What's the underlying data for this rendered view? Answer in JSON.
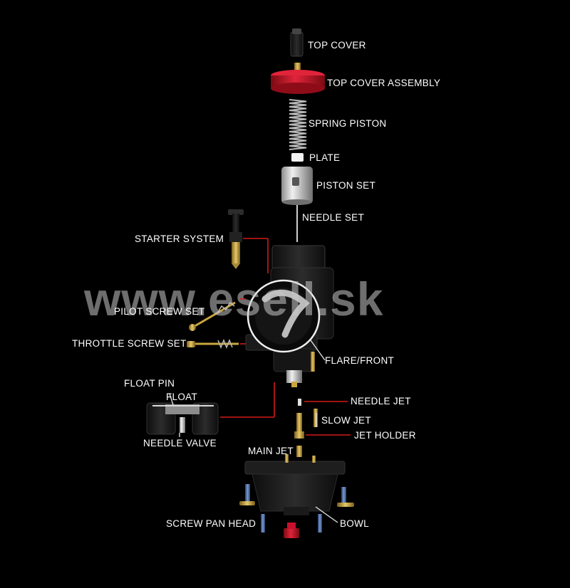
{
  "watermark": "www.esell.sk",
  "labels": {
    "top_cover": "TOP COVER",
    "top_cover_assembly": "TOP COVER ASSEMBLY",
    "spring_piston": "SPRING PISTON",
    "plate": "PLATE",
    "piston_set": "PISTON SET",
    "needle_set": "NEEDLE SET",
    "starter_system": "STARTER SYSTEM",
    "pilot_screw_set": "PILOT SCREW SET",
    "throttle_screw_set": "THROTTLE SCREW SET",
    "flare_front": "FLARE/FRONT",
    "float_pin": "FLOAT PIN",
    "float": "FLOAT",
    "needle_valve": "NEEDLE VALVE",
    "needle_jet": "NEEDLE JET",
    "slow_jet": "SLOW JET",
    "jet_holder": "JET HOLDER",
    "main_jet": "MAIN JET",
    "screw_pan_head": "SCREW PAN HEAD",
    "bowl": "BOWL"
  },
  "colors": {
    "background": "#000000",
    "leader_red": "#d21a1a",
    "cap_red": "#c8102e",
    "brass": "#c9a640",
    "body_black": "#1c1c1c"
  }
}
